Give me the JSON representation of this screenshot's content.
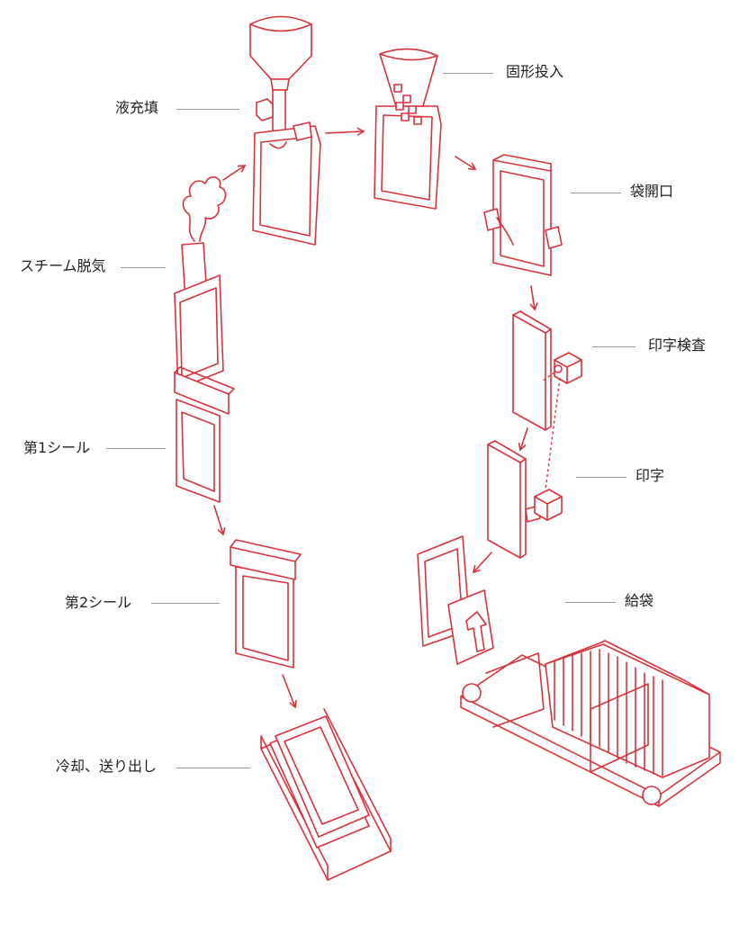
{
  "colors": {
    "line": "#d9323a",
    "text": "#222222",
    "leader": "#9a9a9a"
  },
  "steps": {
    "liquid_fill": "液充填",
    "solid_fill": "固形投入",
    "bag_open": "袋開口",
    "print_inspect": "印字検査",
    "print": "印字",
    "bag_feed": "給袋",
    "steam_degas": "スチーム脱気",
    "first_seal": "第1シール",
    "second_seal": "第2シール",
    "cool_discharge": "冷却、送り出し"
  }
}
